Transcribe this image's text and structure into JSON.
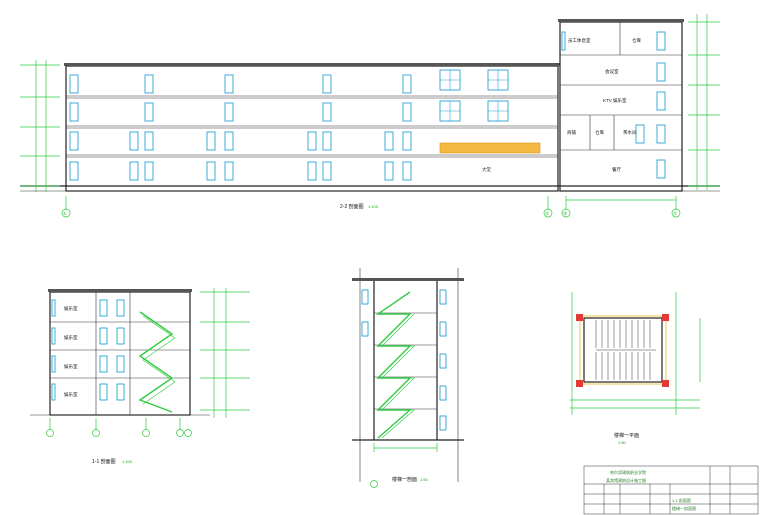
{
  "section_2_2": {
    "title": "2-2 剖面图",
    "scale": "1:100",
    "room_labels": [
      "员工休息室",
      "仓库",
      "会议室",
      "KTV 娱乐室",
      "商铺",
      "仓库",
      "茶水间",
      "餐厅",
      "大堂"
    ],
    "axis_labels": [
      "①",
      "⑬",
      "⑭",
      "⑰"
    ]
  },
  "section_1_1": {
    "title": "1-1 剖面图",
    "scale": "1:100",
    "room_labels": [
      "娱乐室",
      "娱乐室",
      "娱乐室",
      "娱乐室"
    ]
  },
  "stair_section": {
    "title": "楼梯一剖面",
    "scale": "1:50"
  },
  "stair_plan": {
    "title": "楼梯一平面",
    "scale": "1:50"
  },
  "title_block": {
    "school": "哈尔滨建筑职业学院",
    "project": "某宾馆建筑设计施工图",
    "drawing_name": "1-1 剖面图",
    "drawing_name2": "楼梯一剖面图"
  }
}
